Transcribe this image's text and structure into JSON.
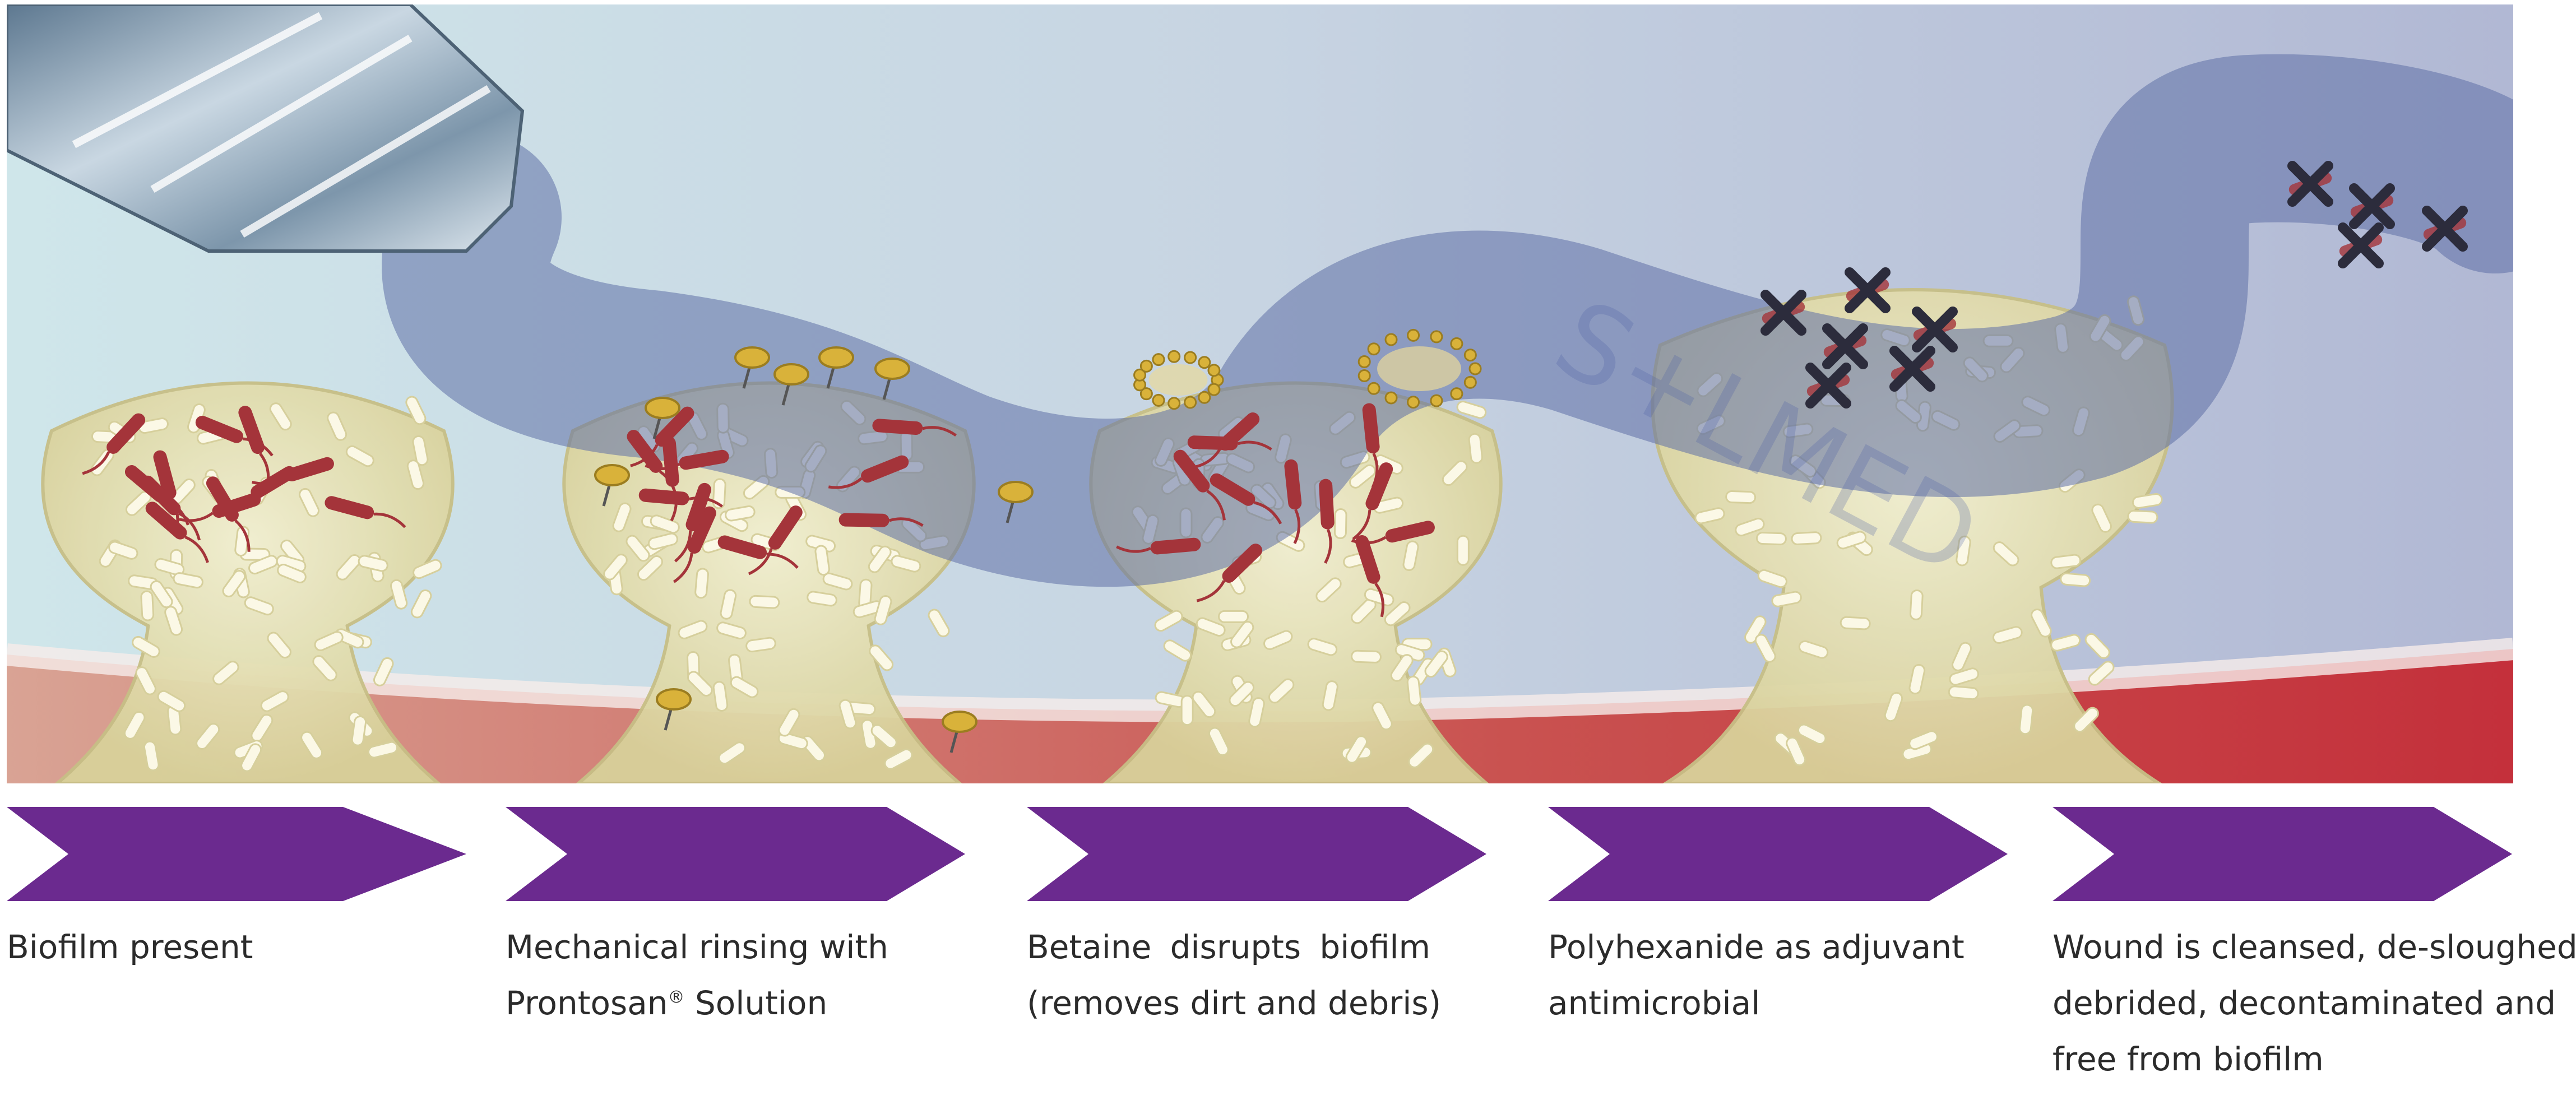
{
  "colors": {
    "chevron": "#6b2a8f",
    "tissue_red": "#c84040",
    "biofilm_cream": "#e9e3b0",
    "bacteria_red": "#a4343a",
    "fluid_blue": "#5f6fa6",
    "nozzle_steel": "#7f98ad",
    "surfactant_gold": "#d9b23a",
    "kill_mark": "#2c2c3c"
  },
  "watermark": "S+LMED",
  "steps": [
    {
      "lines": [
        "Biofilm present"
      ]
    },
    {
      "lines": [
        "Mechanical rinsing with",
        "Prontosan",
        "Solution"
      ],
      "sup": "®"
    },
    {
      "lines": [
        "Betaine disrupts biofilm",
        "(removes dirt and debris)"
      ]
    },
    {
      "lines": [
        "Polyhexanide as adjuvant",
        "antimicrobial"
      ]
    },
    {
      "lines": [
        "Wound is cleansed, de-sloughed,",
        "debrided, decontaminated and",
        "free from biofilm"
      ]
    }
  ]
}
